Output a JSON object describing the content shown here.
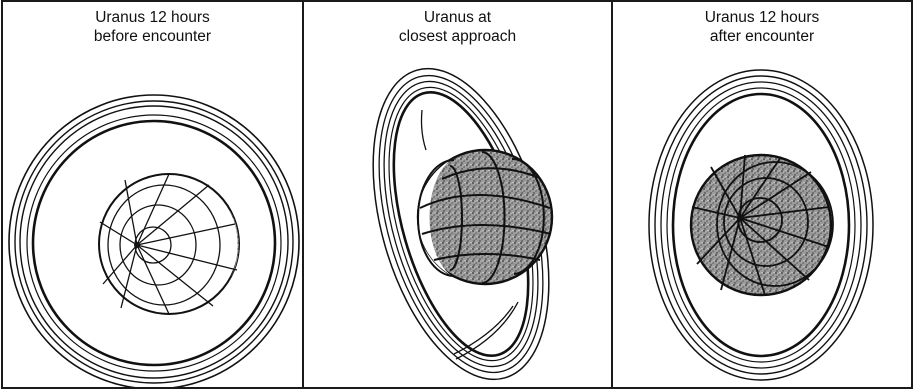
{
  "panels": [
    {
      "caption_line1": "Uranus 12 hours",
      "caption_line2": "before encounter"
    },
    {
      "caption_line1": "Uranus at",
      "caption_line2": "closest approach"
    },
    {
      "caption_line1": "Uranus 12 hours",
      "caption_line2": "after encounter"
    }
  ],
  "colors": {
    "ink": "#111111",
    "paper": "#ffffff",
    "shade": "#7a7a7a"
  }
}
